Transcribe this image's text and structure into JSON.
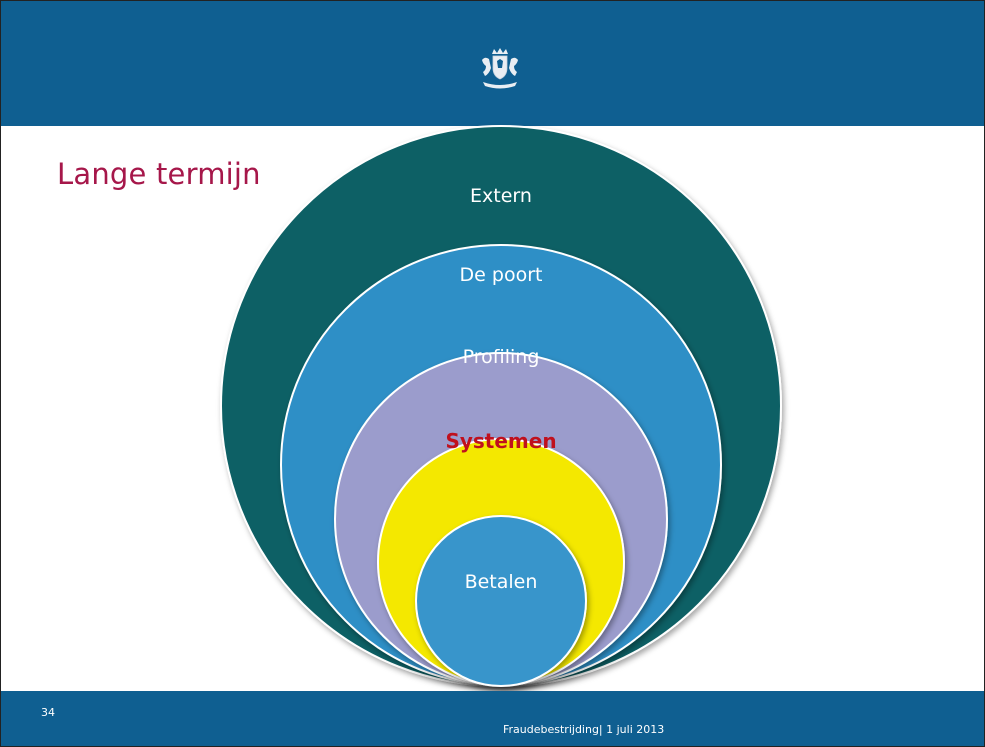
{
  "slide": {
    "title": "Lange termijn",
    "page_number": "34",
    "footer_text": "Fraudebestrijding| 1 juli 2013",
    "logo": "rijksoverheid-coat-of-arms"
  },
  "colors": {
    "header_band": "#0f5f91",
    "title": "#a6174a",
    "emphasis_text": "#c0101d"
  },
  "diagram": {
    "type": "nested-circles",
    "rings": [
      {
        "label": "Extern",
        "color": "#0e6165",
        "emphasis": false
      },
      {
        "label": "De poort",
        "color": "#2e8fc6",
        "emphasis": false
      },
      {
        "label": "Profiling",
        "color": "#9b9ccc",
        "emphasis": false
      },
      {
        "label": "Systemen",
        "color": "#f4e800",
        "emphasis": true
      },
      {
        "label": "Betalen",
        "color": "#3795cb",
        "emphasis": false
      }
    ]
  }
}
